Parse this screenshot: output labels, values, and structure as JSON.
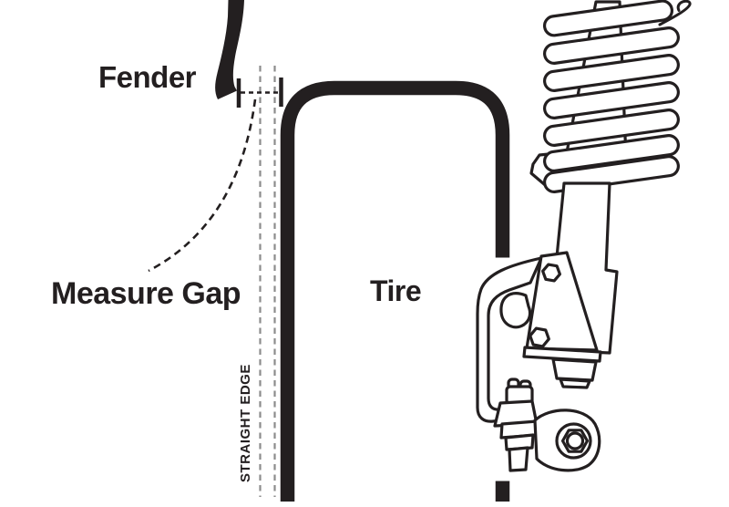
{
  "labels": {
    "fender": "Fender",
    "measure_gap": "Measure Gap",
    "tire": "Tire",
    "straight_edge": "STRAIGHT EDGE"
  },
  "colors": {
    "ink": "#231f20",
    "straight_edge_dash": "#8c8c8c",
    "background": "#ffffff"
  }
}
